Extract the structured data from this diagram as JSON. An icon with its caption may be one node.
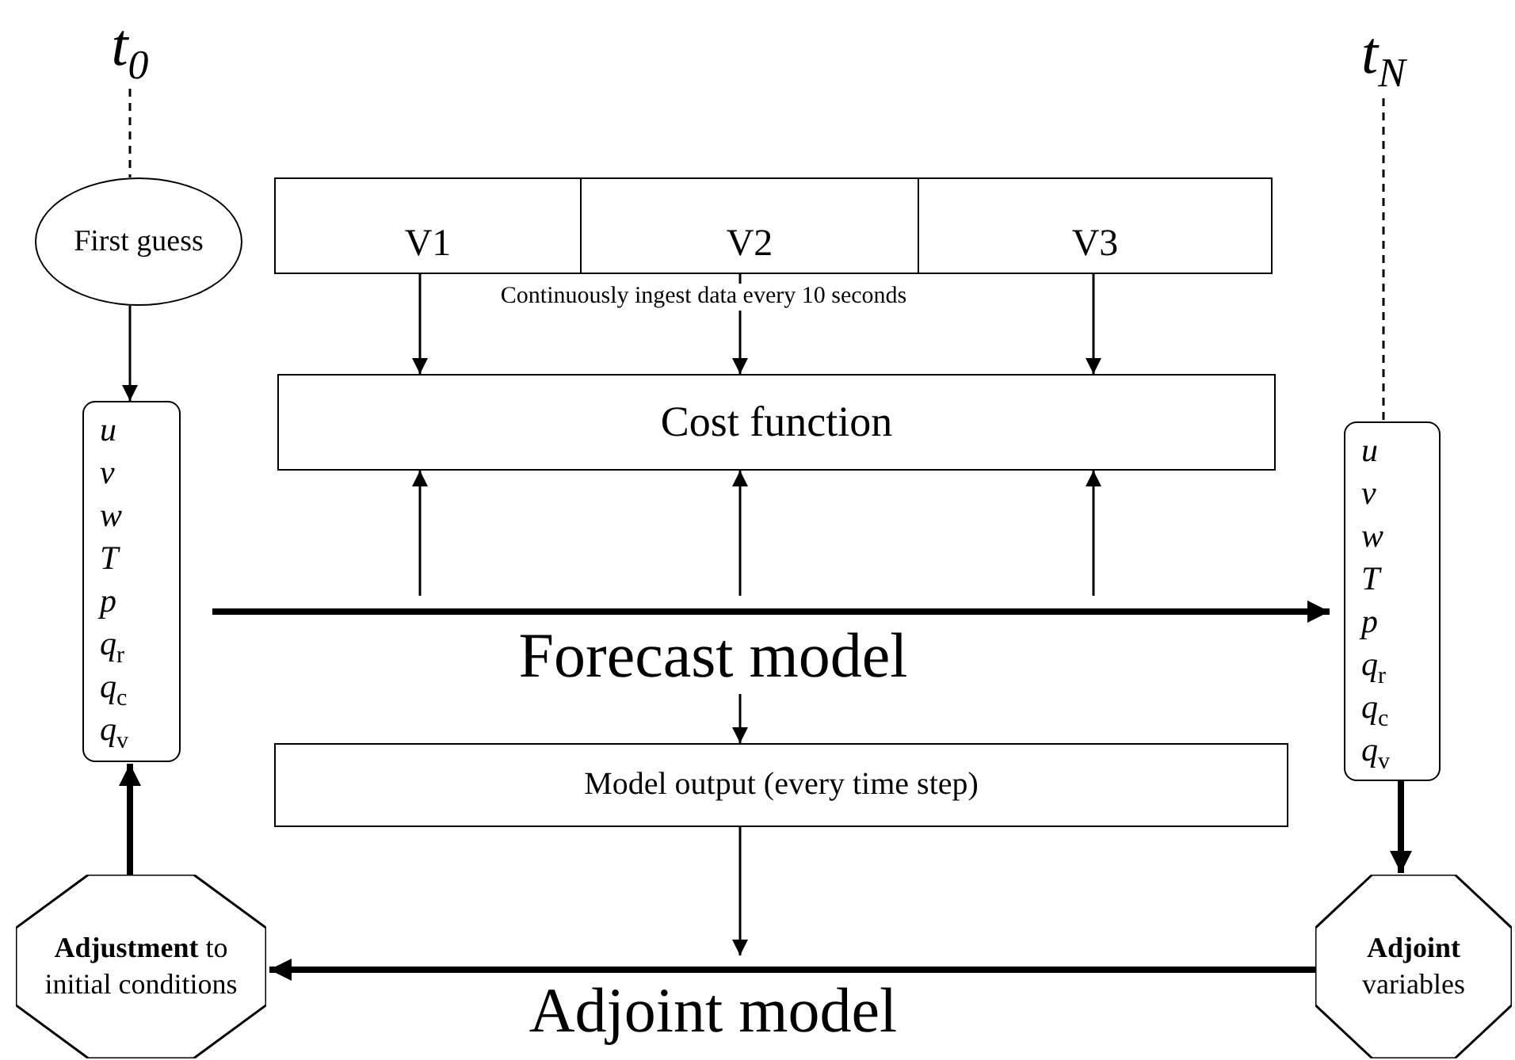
{
  "diagram": {
    "nodes": [
      {
        "text": [
          "t$_{0}$"
        ]
      },
      {
        "text": [
          "t$_{N}$"
        ]
      },
      {
        "text": [
          "First guess"
        ]
      },
      {
        "text": [
          "V1"
        ]
      },
      {
        "text": [
          "V2"
        ]
      },
      {
        "text": [
          "V3"
        ]
      },
      {
        "text": [
          "Cost function"
        ]
      },
      {
        "text": [
          "u",
          "v",
          "w",
          "T",
          "p",
          "q$_{r}$",
          "q$_{c}$",
          "q$_{v}$"
        ]
      },
      {
        "text": [
          "u",
          "v",
          "w",
          "T",
          "p",
          "q$_{r}$",
          "q$_{c}$",
          "q$_{v}$"
        ]
      },
      {
        "text": [
          "Model output (every time step)"
        ]
      },
      {
        "text": [
          "**Adjustment** to initial conditions"
        ]
      },
      {
        "text": [
          "**Adjoint** variables"
        ]
      }
    ],
    "edges": [
      {
        "from": 0,
        "to": 2,
        "arrow": "none",
        "style": "dashed"
      },
      {
        "from": 1,
        "to": 8,
        "arrow": "none",
        "style": "dashed"
      },
      {
        "from": 2,
        "to": 7,
        "arrow": "to"
      },
      {
        "from": 3,
        "to": 6,
        "arrow": "to"
      },
      {
        "from": 4,
        "to": 6,
        "arrow": "to"
      },
      {
        "from": 5,
        "to": 6,
        "arrow": "to"
      },
      {
        "from": null,
        "to": 6,
        "arrow": "to"
      },
      {
        "from": null,
        "to": 6,
        "arrow": "to"
      },
      {
        "from": null,
        "to": 6,
        "arrow": "to"
      },
      {
        "from": 7,
        "to": 8,
        "arrow": "to",
        "style": "thick",
        "label": "Forecast model"
      },
      {
        "from": null,
        "to": 9,
        "arrow": "to"
      },
      {
        "from": 9,
        "to": null,
        "arrow": "to"
      },
      {
        "from": 8,
        "to": 11,
        "arrow": "to",
        "style": "thick"
      },
      {
        "from": 11,
        "to": 10,
        "arrow": "to",
        "style": "thick",
        "label": "Adjoint model"
      },
      {
        "from": 10,
        "to": 7,
        "arrow": "to",
        "style": "thick"
      }
    ],
    "labels": [
      "Continuously ingest data every 10 seconds"
    ]
  }
}
